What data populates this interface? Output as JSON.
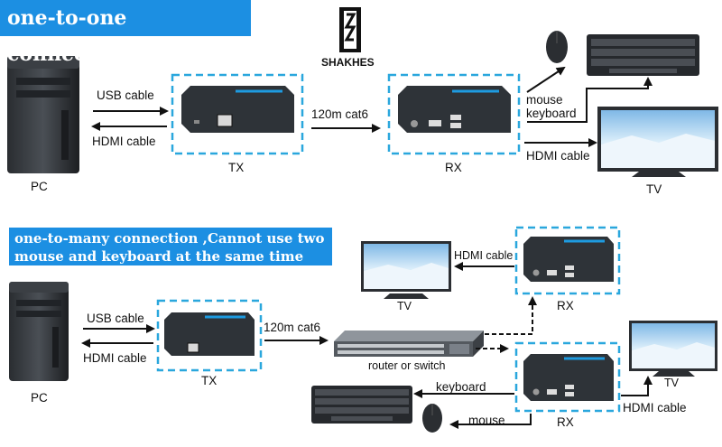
{
  "banners": {
    "one_to_one": "one-to-one connection",
    "one_to_many_line1": "one-to-many connection ,Cannot use two",
    "one_to_many_line2": "mouse and keyboard at the same time"
  },
  "logo": {
    "text": "SHAKHES"
  },
  "top": {
    "pc": "PC",
    "usb_cable": "USB cable",
    "hdmi_cable_left": "HDMI cable",
    "tx": "TX",
    "cat6": "120m cat6",
    "rx": "RX",
    "mouse_keyboard_1": "mouse",
    "mouse_keyboard_2": "keyboard",
    "hdmi_cable_right": "HDMI cable",
    "tv": "TV"
  },
  "bottom": {
    "pc": "PC",
    "usb_cable": "USB cable",
    "hdmi_cable_left": "HDMI cable",
    "tx": "TX",
    "cat6": "120m cat6",
    "switch": "router or switch",
    "hdmi_cable_top": "HDMI cable",
    "tv_top": "TV",
    "rx_top": "RX",
    "tv_right": "TV",
    "hdmi_cable_right": "HDMI cable",
    "keyboard": "keyboard",
    "mouse": "mouse",
    "rx_bottom": "RX"
  },
  "colors": {
    "banner": "#1c8fe2",
    "dashed_box": "#2aa7dd",
    "device": "#2e3338",
    "device_accent": "#1e9be0"
  }
}
